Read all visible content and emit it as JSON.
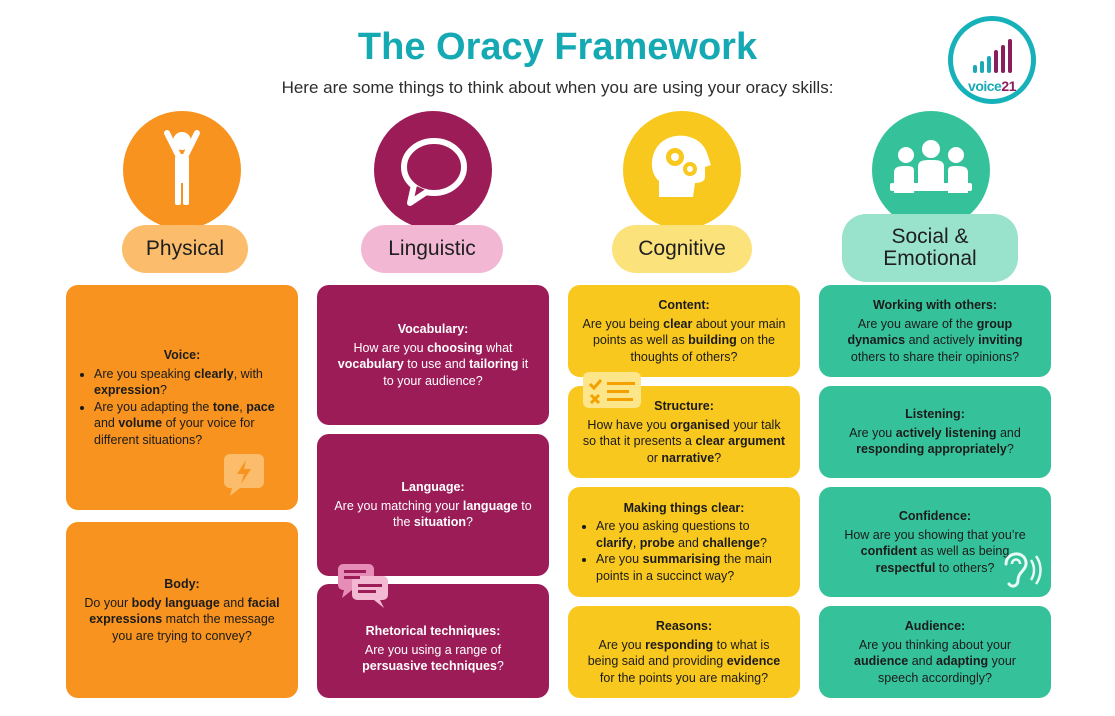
{
  "header": {
    "title": "The Oracy Framework",
    "subtitle": "Here are some things to think about when you are using your oracy skills:"
  },
  "logo": {
    "text_a": "voice",
    "text_b": "21"
  },
  "colors": {
    "teal": "#15a9b4",
    "orange": "#f7931e",
    "berry": "#9c1c57",
    "yellow": "#f9c81e",
    "green": "#35c29a"
  },
  "columns": [
    {
      "label": "Physical",
      "icon": "person-arms-up-icon",
      "cards": [
        {
          "heading": "Voice:",
          "bullets": [
            [
              "Are you speaking ",
              {
                "b": "clearly"
              },
              ", with ",
              {
                "b": "expression"
              },
              "?"
            ],
            [
              "Are you adapting the ",
              {
                "b": "tone"
              },
              ", ",
              {
                "b": "pace"
              },
              " and ",
              {
                "b": "volume"
              },
              " of your voice for different situations?"
            ]
          ]
        },
        {
          "heading": "Body:",
          "body": [
            "Do your ",
            {
              "b": "body language"
            },
            " and ",
            {
              "b": "facial expressions"
            },
            " match the message you are trying to convey?"
          ]
        }
      ]
    },
    {
      "label": "Linguistic",
      "icon": "speech-bubble-icon",
      "cards": [
        {
          "heading": "Vocabulary:",
          "body": [
            "How are you ",
            {
              "b": "choosing"
            },
            " what ",
            {
              "b": "vocabulary"
            },
            " to use and ",
            {
              "b": "tailoring"
            },
            " it to your audience?"
          ]
        },
        {
          "heading": "Language:",
          "body": [
            "Are you matching your ",
            {
              "b": "language"
            },
            " to the ",
            {
              "b": "situation"
            },
            "?"
          ]
        },
        {
          "heading": "Rhetorical techniques:",
          "body": [
            "Are you using a range of ",
            {
              "b": "persuasive techniques"
            },
            "?"
          ]
        }
      ]
    },
    {
      "label": "Cognitive",
      "icon": "head-gears-icon",
      "cards": [
        {
          "heading": "Content:",
          "body": [
            "Are you being ",
            {
              "b": "clear"
            },
            " about your main points as well as ",
            {
              "b": "building"
            },
            " on the thoughts of others?"
          ]
        },
        {
          "heading": "Structure:",
          "body": [
            "How have you ",
            {
              "b": "organised"
            },
            " your talk so that it presents a ",
            {
              "b": "clear argument"
            },
            " or ",
            {
              "b": "narrative"
            },
            "?"
          ]
        },
        {
          "heading": "Making things clear:",
          "bullets": [
            [
              "Are you asking questions to ",
              {
                "b": "clarify"
              },
              ", ",
              {
                "b": "probe"
              },
              " and ",
              {
                "b": "challenge"
              },
              "?"
            ],
            [
              "Are you ",
              {
                "b": "summarising"
              },
              " the main points in a succinct way?"
            ]
          ]
        },
        {
          "heading": "Reasons:",
          "body": [
            "Are you ",
            {
              "b": "responding"
            },
            " to what is being said and providing ",
            {
              "b": "evidence"
            },
            " for the points you are making?"
          ]
        }
      ]
    },
    {
      "label": "Social & Emotional",
      "icon": "group-people-icon",
      "cards": [
        {
          "heading": "Working with others:",
          "body": [
            "Are you aware of the ",
            {
              "b": "group dynamics"
            },
            " and actively ",
            {
              "b": "inviting"
            },
            " others to share their opinions?"
          ]
        },
        {
          "heading": "Listening:",
          "body": [
            "Are you ",
            {
              "b": "actively listening"
            },
            " and ",
            {
              "b": "responding appropriately"
            },
            "?"
          ]
        },
        {
          "heading": "Confidence:",
          "body": [
            "How are you showing that you’re ",
            {
              "b": "confident"
            },
            " as well as being ",
            {
              "b": "respectful"
            },
            " to others?"
          ]
        },
        {
          "heading": "Audience:",
          "body": [
            "Are you thinking about your ",
            {
              "b": "audience"
            },
            " and ",
            {
              "b": "adapting"
            },
            " your speech accordingly?"
          ]
        }
      ]
    }
  ]
}
